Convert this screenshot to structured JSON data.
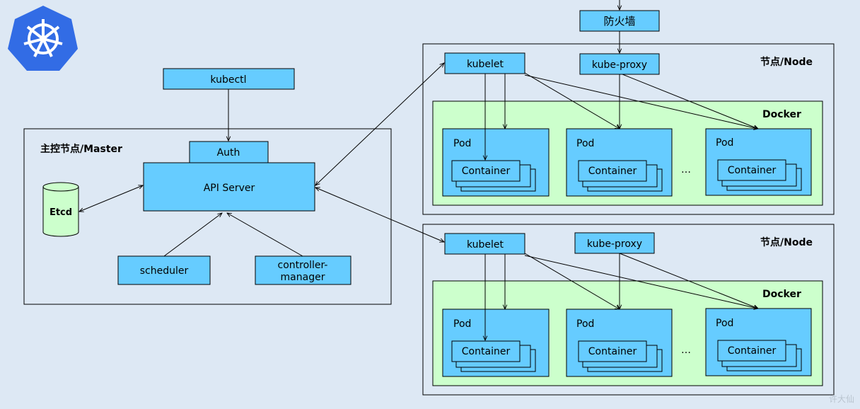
{
  "logo": {
    "icon": "kubernetes-helm-icon",
    "colors": {
      "badge": "#326ce5",
      "wheel": "#ffffff"
    }
  },
  "firewall": {
    "label": "防火墙"
  },
  "master": {
    "title": "主控节点/Master",
    "kubectl": "kubectl",
    "auth": "Auth",
    "api_server": "API Server",
    "etcd": "Etcd",
    "scheduler": "scheduler",
    "controller_manager_line1": "controller-",
    "controller_manager_line2": "manager"
  },
  "nodes": [
    {
      "title": "节点/Node",
      "kubelet": "kubelet",
      "kube_proxy": "kube-proxy",
      "docker": "Docker",
      "pods": [
        {
          "label": "Pod",
          "container": "Container"
        },
        {
          "label": "Pod",
          "container": "Container"
        },
        {
          "label": "Pod",
          "container": "Container"
        }
      ],
      "ellipsis": "…"
    },
    {
      "title": "节点/Node",
      "kubelet": "kubelet",
      "kube_proxy": "kube-proxy",
      "docker": "Docker",
      "pods": [
        {
          "label": "Pod",
          "container": "Container"
        },
        {
          "label": "Pod",
          "container": "Container"
        },
        {
          "label": "Pod",
          "container": "Container"
        }
      ],
      "ellipsis": "…"
    }
  ],
  "watermark": "许大仙",
  "colors": {
    "background": "#dde8f4",
    "component": "#66ccff",
    "docker_area": "#ccffcc",
    "etcd": "#ccffcc"
  }
}
